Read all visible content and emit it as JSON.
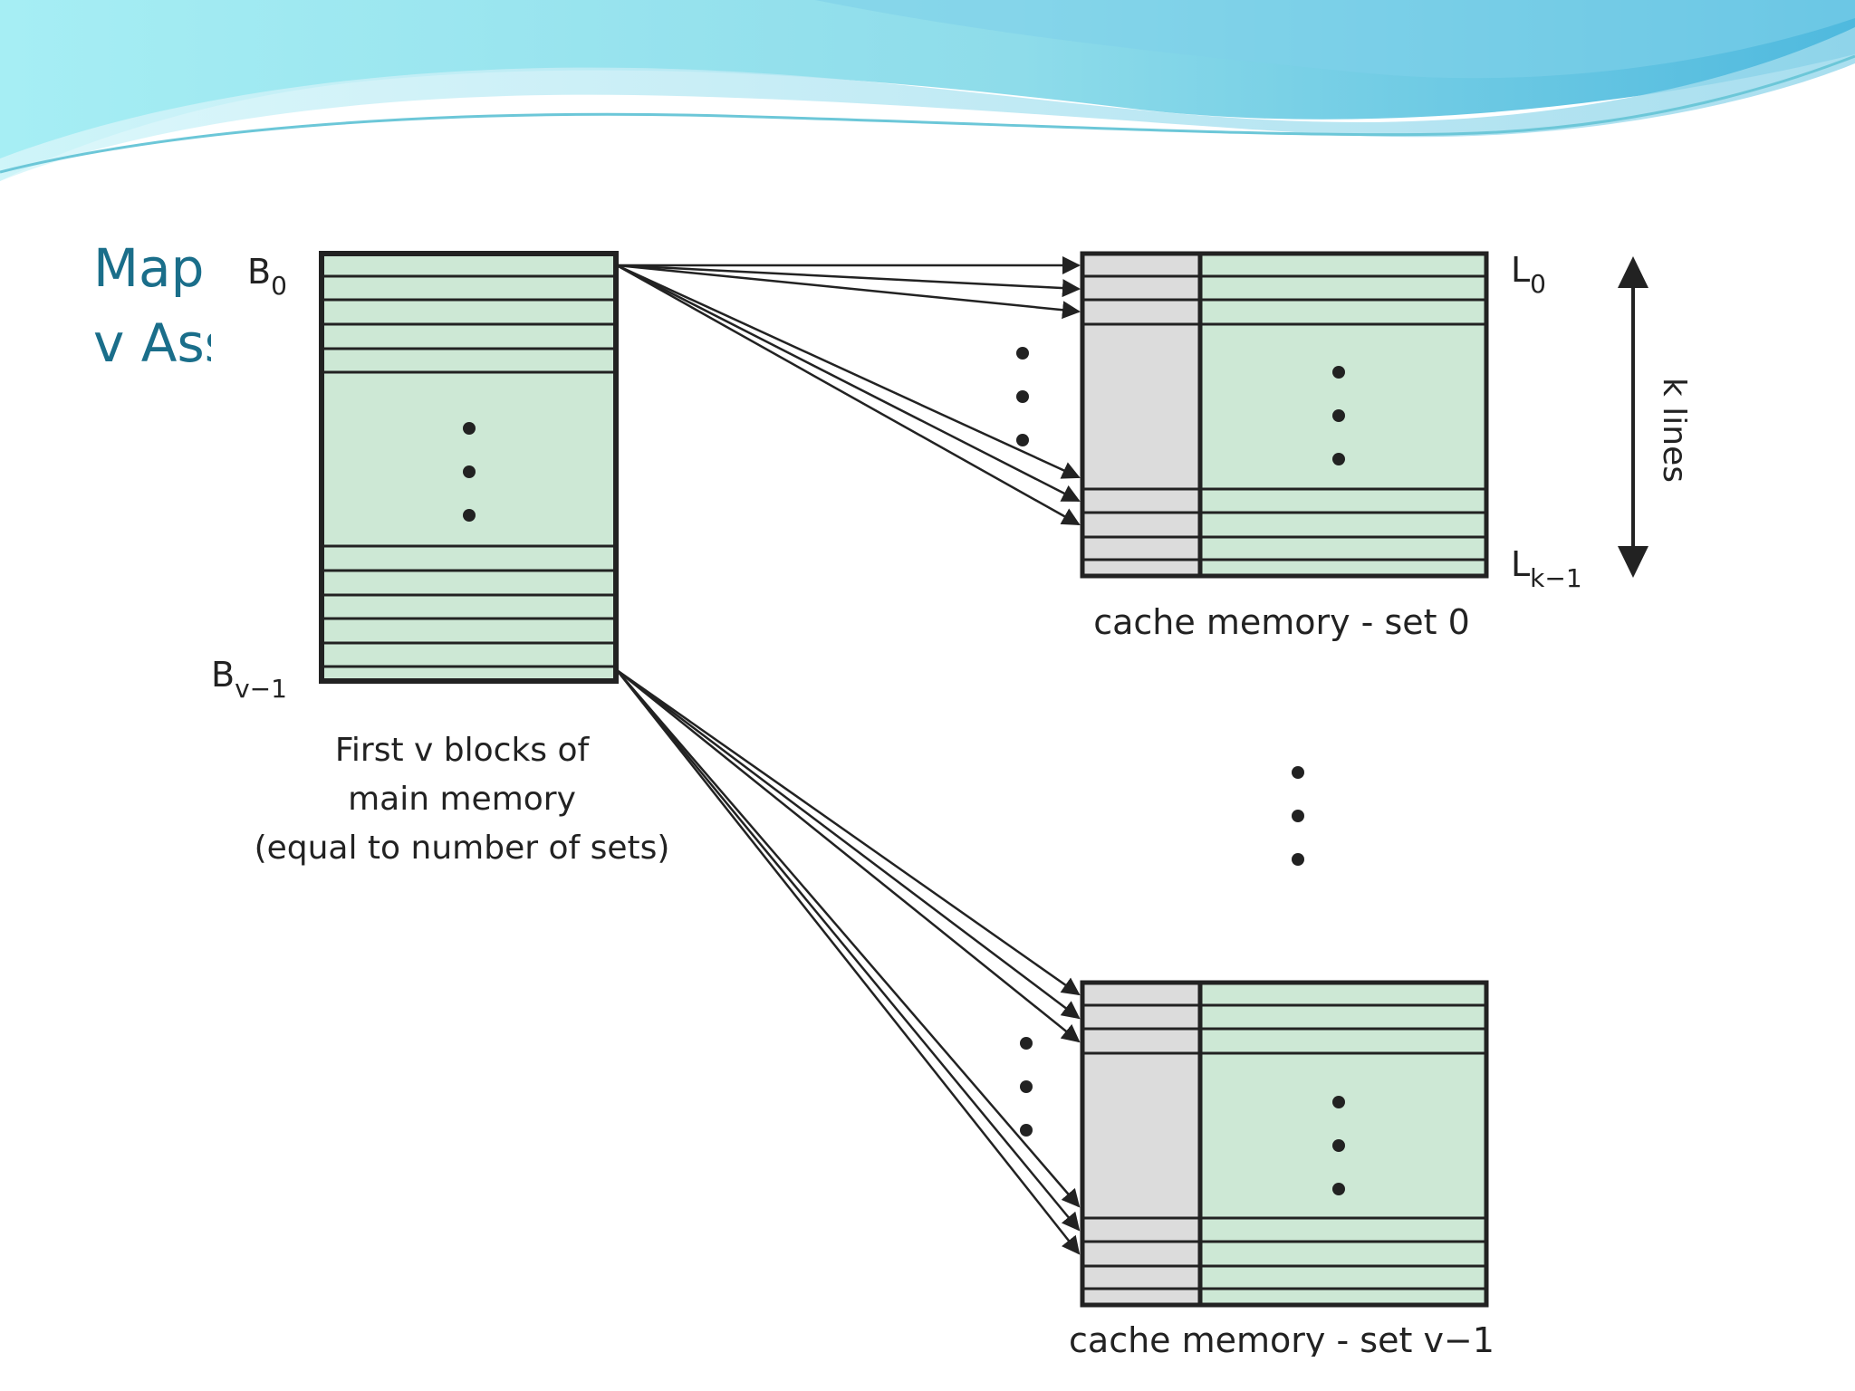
{
  "slide": {
    "title_line1": "Map",
    "title_line2": "v Ass"
  },
  "diagram": {
    "main_memory": {
      "first_label": "B",
      "first_sub": "0",
      "last_label": "B",
      "last_sub": "v−1",
      "caption_line1": "First v blocks of",
      "caption_line2": "main memory",
      "caption_line3": "(equal to number of sets)"
    },
    "cache_set_0": {
      "first_line_label": "L",
      "first_line_sub": "0",
      "last_line_label": "L",
      "last_line_sub": "k−1",
      "caption": "cache memory - set 0"
    },
    "cache_set_last": {
      "caption": "cache memory - set v−1"
    },
    "k_lines_label": "k lines",
    "colors": {
      "block_fill": "#cde8d5",
      "tag_fill": "#dcdcdc",
      "border": "#222222",
      "title": "#1a6e8a",
      "wave_light": "#8fe3ef",
      "wave_mid": "#5bc6e3"
    }
  }
}
